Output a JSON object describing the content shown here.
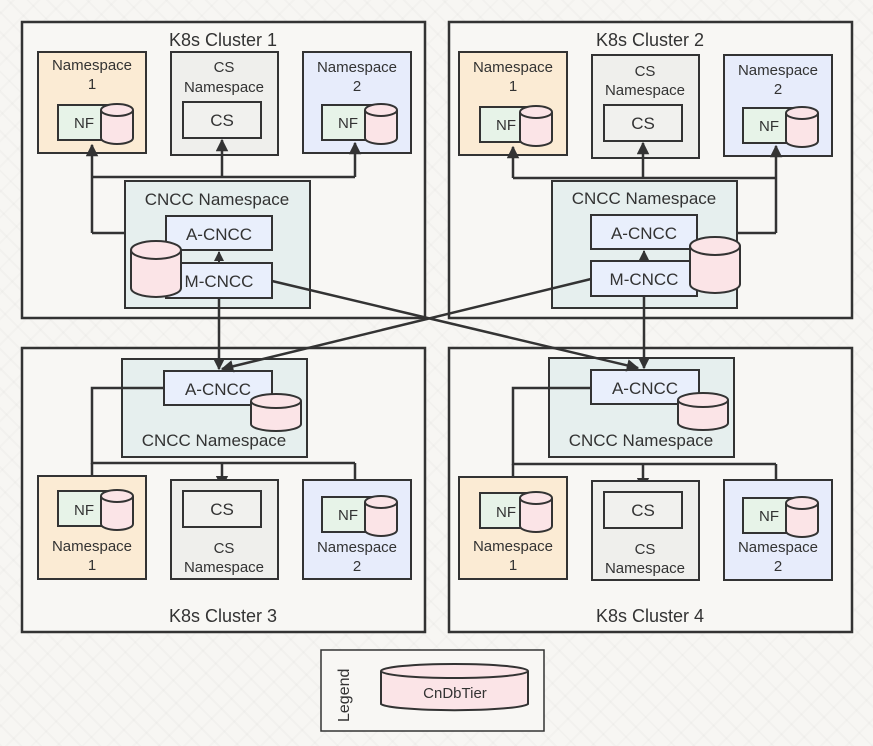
{
  "clusters": [
    {
      "title": "K8s Cluster 1"
    },
    {
      "title": "K8s Cluster 2"
    },
    {
      "title": "K8s Cluster 3"
    },
    {
      "title": "K8s Cluster 4"
    }
  ],
  "labels": {
    "namespace": "Namespace",
    "ns1_num": "1",
    "ns2_num": "2",
    "cs_line1": "CS",
    "cs_line2": "Namespace",
    "cs": "CS",
    "nf": "NF",
    "cncc_namespace": "CNCC Namespace",
    "a_cncc": "A-CNCC",
    "m_cncc": "M-CNCC"
  },
  "legend": {
    "title": "Legend",
    "db_label": "CnDbTier"
  },
  "colors": {
    "ns_orange": "#fbebd4",
    "ns_gray": "#efefec",
    "ns_blue": "#e7ecfb",
    "cncc_ns": "#e6efee",
    "cncc_box": "#e9effc",
    "nf_box": "#e7f3e8",
    "db_fill": "#fbe4e7",
    "stroke": "#333333"
  }
}
